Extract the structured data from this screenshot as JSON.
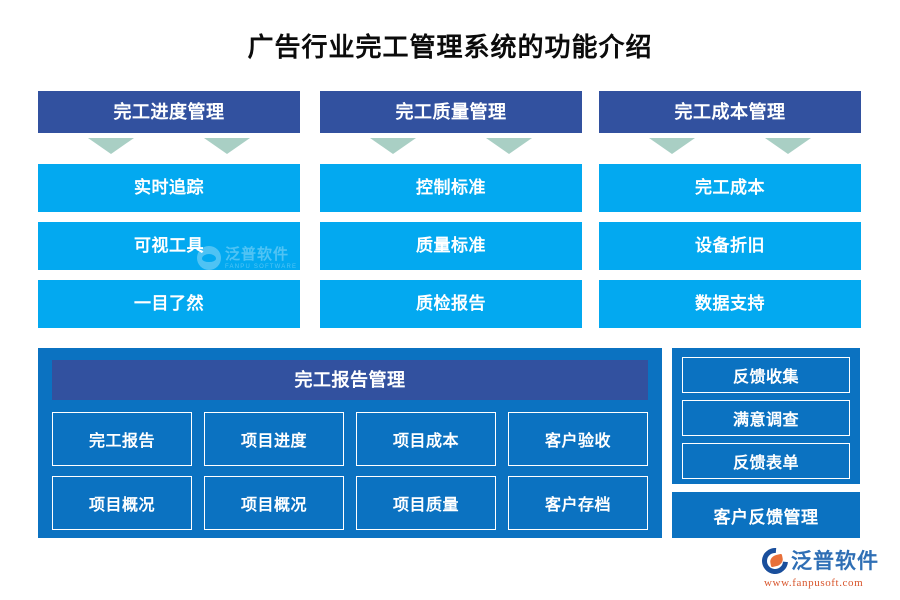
{
  "page": {
    "title": "广告行业完工管理系统的功能介绍"
  },
  "columns": [
    {
      "header": "完工进度管理",
      "items": [
        "实时追踪",
        "可视工具",
        "一目了然"
      ]
    },
    {
      "header": "完工质量管理",
      "items": [
        "控制标准",
        "质量标准",
        "质检报告"
      ]
    },
    {
      "header": "完工成本管理",
      "items": [
        "完工成本",
        "设备折旧",
        "数据支持"
      ]
    }
  ],
  "report_panel": {
    "header": "完工报告管理",
    "items": [
      "完工报告",
      "项目进度",
      "项目成本",
      "客户验收",
      "项目概况",
      "项目概况",
      "项目质量",
      "客户存档"
    ]
  },
  "feedback_panel": {
    "items": [
      "反馈收集",
      "满意调查",
      "反馈表单"
    ],
    "footer": "客户反馈管理"
  },
  "watermark": {
    "cn": "泛普软件",
    "en": "FANPU SOFTWARE"
  },
  "logo": {
    "name": "泛普软件",
    "url": "www.fanpusoft.com"
  },
  "colors": {
    "header_blue": "#32519f",
    "item_blue": "#03a9f0",
    "panel_blue": "#0b72c1",
    "arrow_green": "#a9cfc4",
    "title_black": "#0b0b0b",
    "logo_blue": "#2f6fb5",
    "logo_orange": "#d8552c"
  }
}
